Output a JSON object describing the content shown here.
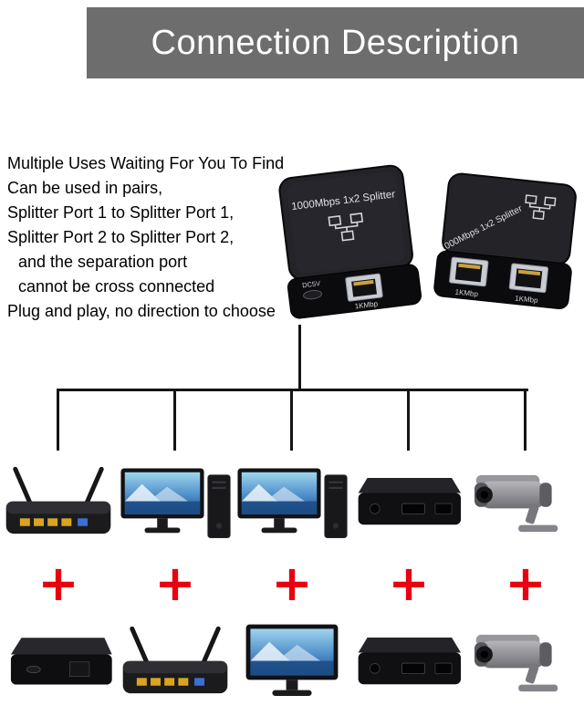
{
  "header": {
    "title": "Connection Description",
    "background_color": "#6d6d6d"
  },
  "description": {
    "lines": [
      "Multiple Uses Waiting For You To Find",
      "Can be used in pairs,",
      "Splitter Port 1 to Splitter Port 1,",
      "Splitter Port 2 to Splitter Port 2,",
      "and the separation port",
      "cannot be cross connected",
      "Plug and play, no direction to choose"
    ]
  },
  "product": {
    "label": "1000Mbps 1x2 Splitter",
    "dc_label": "DC5V",
    "port_label": "1KMbp"
  },
  "diagram": {
    "plus_label": "+",
    "plus_color": "#e80011",
    "line_color": "#141414",
    "columns": [
      {
        "top": "wireless-router",
        "bottom": "splitter-box"
      },
      {
        "top": "desktop-computer",
        "bottom": "wireless-router"
      },
      {
        "top": "desktop-computer",
        "bottom": "monitor"
      },
      {
        "top": "media-box",
        "bottom": "media-box"
      },
      {
        "top": "cctv-camera",
        "bottom": "cctv-camera"
      }
    ]
  }
}
